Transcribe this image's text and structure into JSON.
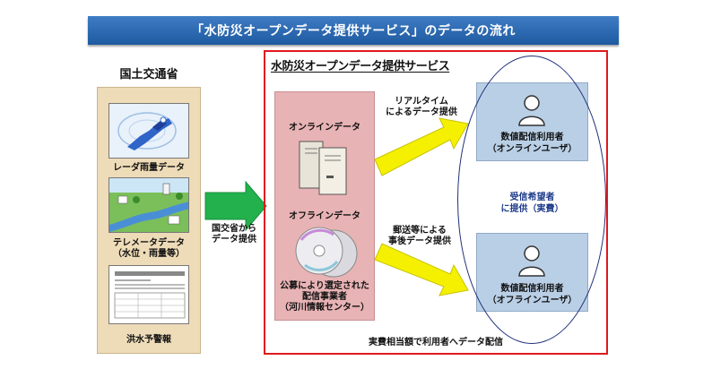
{
  "title": "「水防災オープンデータ提供サービス」のデータの流れ",
  "mlit": {
    "label": "国土交通省",
    "items": [
      {
        "label": "レーダ雨量データ",
        "icon": "radar-map-icon"
      },
      {
        "label": "テレメータデータ\n（水位・雨量等）",
        "icon": "telemeter-illustration-icon"
      },
      {
        "label": "洪水予警報",
        "icon": "flood-warning-document-icon"
      }
    ]
  },
  "transfer": {
    "label": "国交省から\nデータ提供"
  },
  "service": {
    "title": "水防災オープンデータ提供サービス",
    "online_label": "オンラインデータ",
    "offline_label": "オフラインデータ",
    "provider": "公募により選定された\n配信事業者\n（河川情報センター）",
    "footer": "実費相当額で利用者へデータ配信"
  },
  "flows": {
    "realtime": "リアルタイム\nによるデータ提供",
    "post": "郵送等による\n事後データ提供"
  },
  "users": {
    "online": "数値配信利用者\n（オンラインユーザ）",
    "offline": "数値配信利用者\n（オフラインユーザ）",
    "center": "受信希望者\nに提供（実費）"
  },
  "colors": {
    "title_bar": "#2f6db5",
    "mlit_panel": "#eedcb8",
    "service_border": "#e0191e",
    "provider_panel": "#e8b3b5",
    "user_box": "#b9cfe6",
    "green_arrow": "#22b14c",
    "yellow_arrow": "#f4f000"
  }
}
